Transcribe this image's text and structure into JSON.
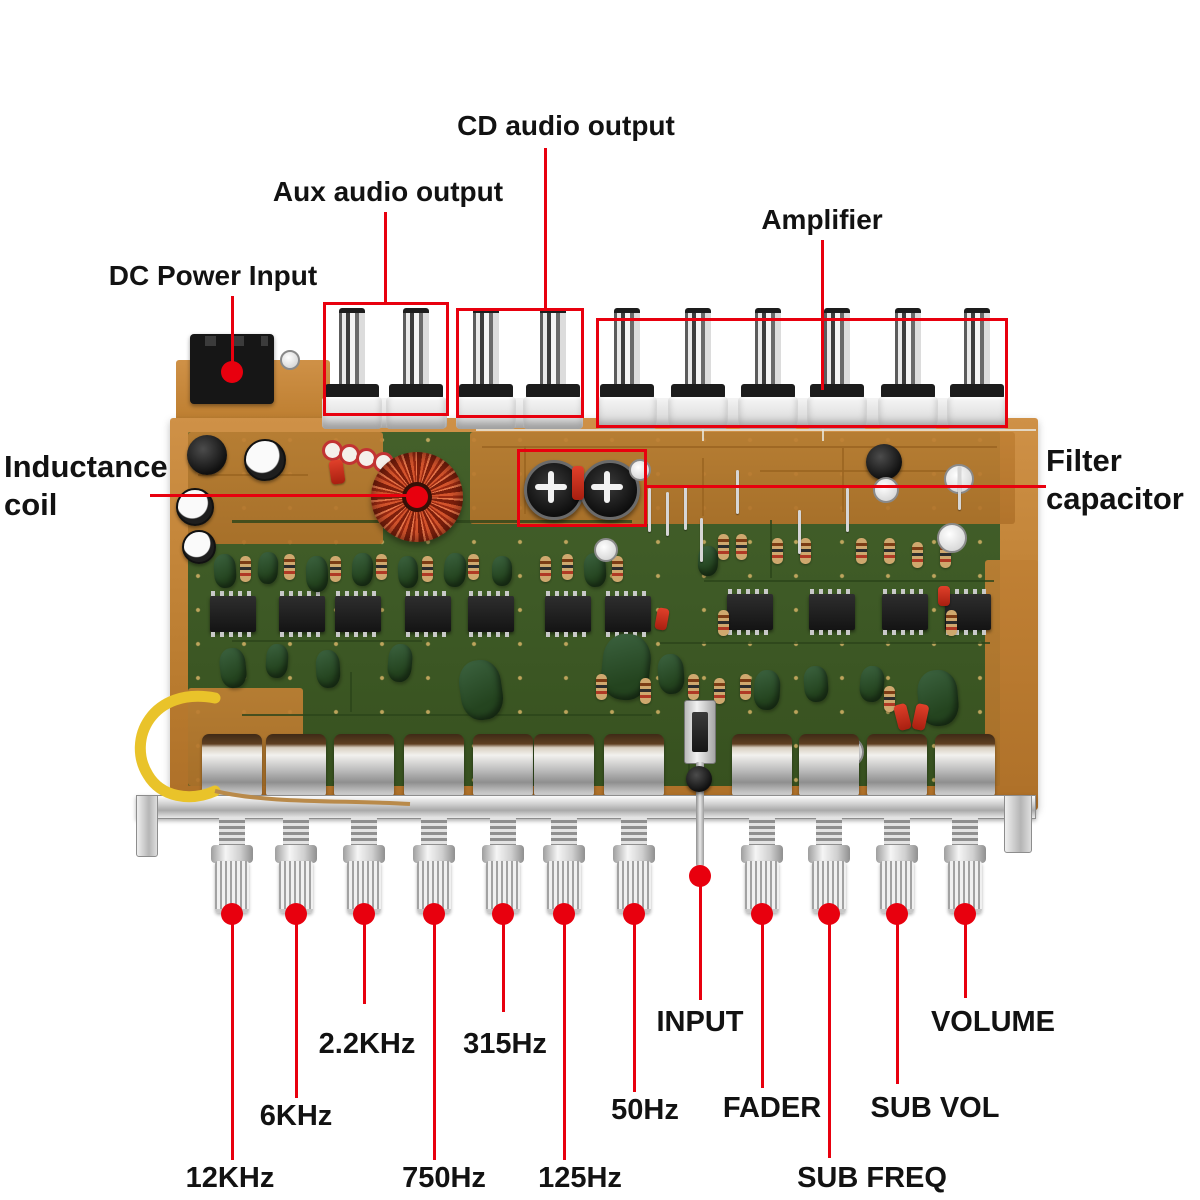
{
  "annotations": {
    "dc_power": "DC Power Input",
    "aux_audio_output": "Aux audio output",
    "cd_audio_output": "CD audio output",
    "amplifier": "Amplifier",
    "inductance_coil": "Inductance coil",
    "filter_capacitor": "Filter capacitor",
    "controls": {
      "freq_12khz": "12KHz",
      "freq_6khz": "6KHz",
      "freq_2_2khz": "2.2KHz",
      "freq_750hz": "750Hz",
      "freq_315hz": "315Hz",
      "freq_125hz": "125Hz",
      "freq_50hz": "50Hz",
      "input": "INPUT",
      "fader": "FADER",
      "sub_freq": "SUB FREQ",
      "sub_vol": "SUB VOL",
      "volume": "VOLUME"
    }
  },
  "colors": {
    "callout_red": "#e8000e",
    "label_text": "#121212",
    "pcb_copper": "#c5873b",
    "pcb_green": "#3e5a26",
    "background": "#ffffff"
  }
}
